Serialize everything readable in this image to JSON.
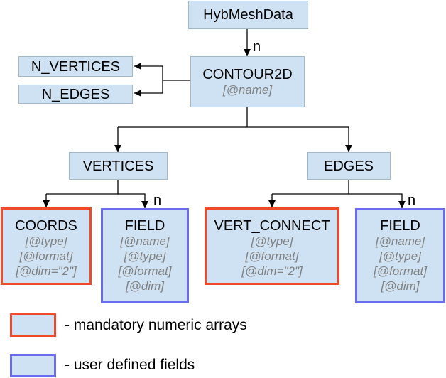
{
  "nodes": {
    "hybmeshdata": {
      "title": "HybMeshData"
    },
    "contour2d": {
      "title": "CONTOUR2D",
      "attrs": [
        "[@name]"
      ]
    },
    "n_vertices": {
      "title": "N_VERTICES"
    },
    "n_edges": {
      "title": "N_EDGES"
    },
    "vertices": {
      "title": "VERTICES"
    },
    "edges": {
      "title": "EDGES"
    },
    "coords": {
      "title": "COORDS",
      "attrs": [
        "[@type]",
        "[@format]",
        "[@dim=\"2\"]"
      ]
    },
    "field_left": {
      "title": "FIELD",
      "attrs": [
        "[@name]",
        "[@type]",
        "[@format]",
        "[@dim]"
      ]
    },
    "vert_connect": {
      "title": "VERT_CONNECT",
      "attrs": [
        "[@type]",
        "[@format]",
        "[@dim=\"2\"]"
      ]
    },
    "field_right": {
      "title": "FIELD",
      "attrs": [
        "[@name]",
        "[@type]",
        "[@format]",
        "[@dim]"
      ]
    }
  },
  "multiplicity": {
    "contour2d": "n",
    "field_left": "n",
    "field_right": "n"
  },
  "legend": {
    "mandatory": {
      "label": "- mandatory numeric arrays",
      "color": "#f04a2b"
    },
    "userdef": {
      "label": "- user defined fields",
      "color": "#6b6bf0"
    }
  },
  "colors": {
    "node_fill": "#cfe2f3",
    "attr_text": "#808080",
    "mandatory_border": "#f04a2b",
    "userdef_border": "#6b6bf0"
  }
}
